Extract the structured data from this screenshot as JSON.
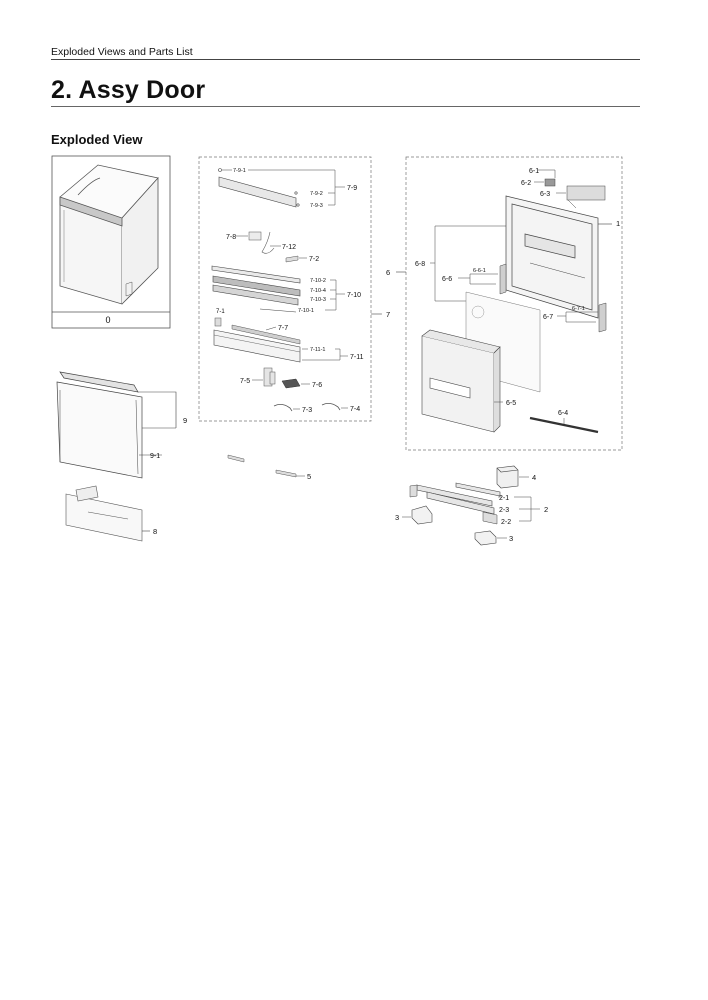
{
  "header": "Exploded Views and Parts List",
  "title": "2.  Assy Door",
  "subtitle": "Exploded View",
  "labels": {
    "p0": "0",
    "p1": "1",
    "p2": "2",
    "p2_1": "2-1",
    "p2_2": "2-2",
    "p2_3": "2-3",
    "p3a": "3",
    "p3b": "3",
    "p4": "4",
    "p5": "5",
    "p6": "6",
    "p6_1": "6-1",
    "p6_2": "6-2",
    "p6_3": "6-3",
    "p6_4": "6-4",
    "p6_5": "6-5",
    "p6_6": "6-6",
    "p6_6_1": "6-6-1",
    "p6_7": "6-7",
    "p6_7_1": "6-7-1",
    "p6_8": "6-8",
    "p7": "7",
    "p7_1": "7-1",
    "p7_2": "7-2",
    "p7_3": "7-3",
    "p7_4": "7-4",
    "p7_5": "7-5",
    "p7_6": "7-6",
    "p7_7": "7-7",
    "p7_8": "7-8",
    "p7_9": "7-9",
    "p7_9_1": "7-9-1",
    "p7_9_2": "7-9-2",
    "p7_9_3": "7-9-3",
    "p7_10": "7-10",
    "p7_10_1": "7-10-1",
    "p7_10_2": "7-10-2",
    "p7_10_3": "7-10-3",
    "p7_10_4": "7-10-4",
    "p7_11": "7-11",
    "p7_11_1": "7-11-1",
    "p7_12": "7-12",
    "p8": "8",
    "p9": "9",
    "p9_1": "9-1"
  }
}
